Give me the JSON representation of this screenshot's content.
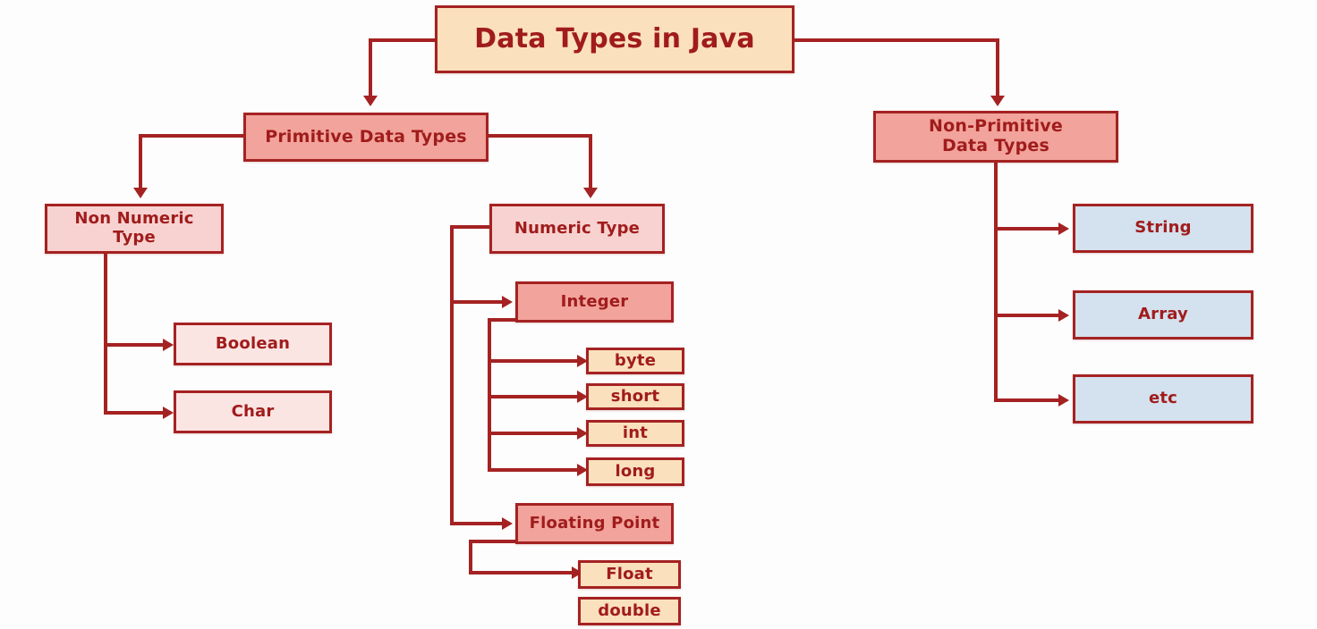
{
  "diagram": {
    "title": "Data Types in Java",
    "colors": {
      "border": "#a52222",
      "text": "#a01c1c",
      "cream": "#fbe0bd",
      "salmon": "#f2a39b",
      "pink": "#f7d2d0",
      "light_pink": "#fbe5e3",
      "blue": "#d4e1ee"
    },
    "nodes": {
      "root": "Data Types in Java",
      "primitive": "Primitive Data Types",
      "non_primitive": "Non-Primitive\nData Types",
      "non_primitive_line1": "Non-Primitive",
      "non_primitive_line2": "Data Types",
      "non_numeric_line1": "Non Numeric",
      "non_numeric_line2": "Type",
      "numeric": "Numeric Type",
      "boolean": "Boolean",
      "char": "Char",
      "integer": "Integer",
      "byte": "byte",
      "short": "short",
      "int": "int",
      "long": "long",
      "floating_point": "Floating Point",
      "float": "Float",
      "double": "double",
      "string": "String",
      "array": "Array",
      "etc": "etc"
    }
  }
}
